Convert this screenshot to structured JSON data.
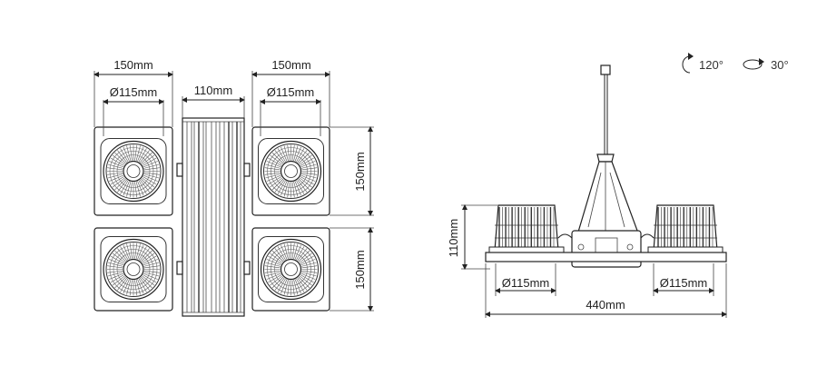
{
  "top_view": {
    "left_width_label": "150mm",
    "left_diameter_label": "Ø115mm",
    "center_width_label": "110mm",
    "right_width_label": "150mm",
    "right_diameter_label": "Ø115mm",
    "upper_height_label": "150mm",
    "lower_height_label": "150mm"
  },
  "side_view": {
    "height_label": "110mm",
    "left_diameter_label": "Ø115mm",
    "right_diameter_label": "Ø115mm",
    "total_width_label": "440mm"
  },
  "rotation": {
    "vertical_angle": "120°",
    "horizontal_angle": "30°",
    "vertical_icon": "tilt-arc-icon",
    "horizontal_icon": "rotate-loop-icon"
  }
}
